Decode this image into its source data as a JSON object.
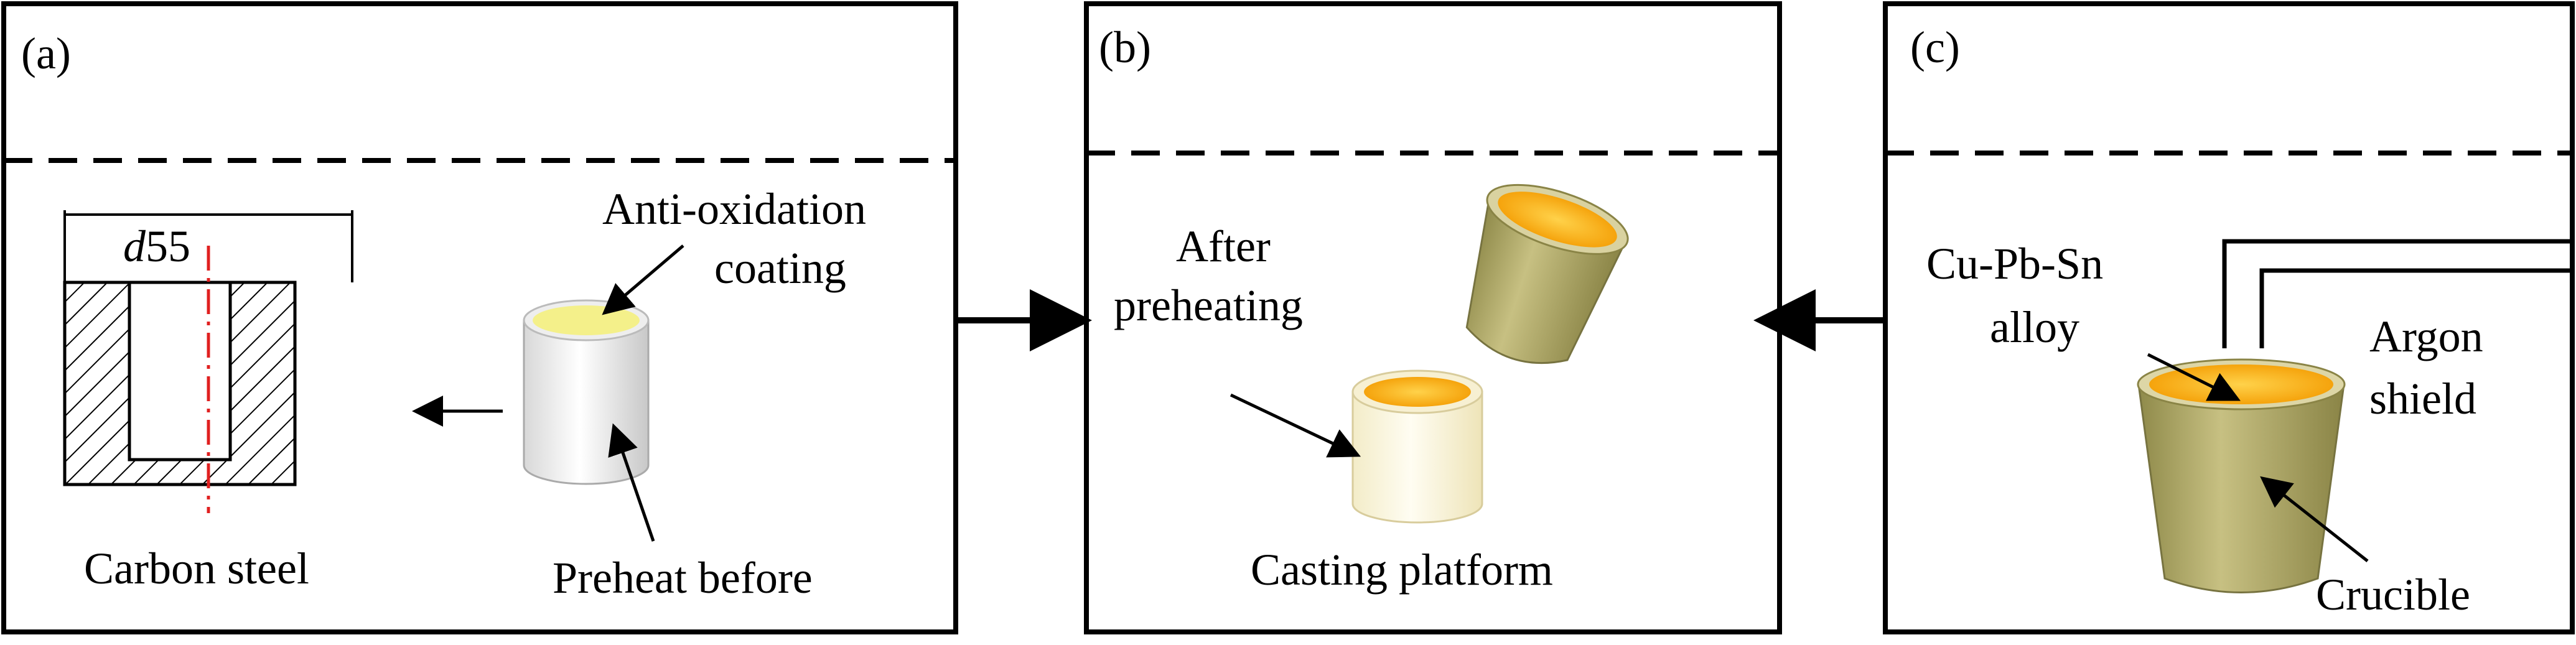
{
  "panels": [
    {
      "letter": "(a)",
      "dimension_label": "d55",
      "dimension_italic": "d",
      "dimension_value": "55",
      "coating_label_line1": "Anti-oxidation",
      "coating_label_line2": "coating",
      "steel_label": "Carbon steel",
      "preheat_label": "Preheat before"
    },
    {
      "letter": "(b)",
      "after_label_line1": "After",
      "after_label_line2": "preheating",
      "platform_label": "Casting platform"
    },
    {
      "letter": "(c)",
      "alloy_label_line1": "Cu-Pb-Sn",
      "alloy_label_line2": "alloy",
      "argon_label_line1": "Argon",
      "argon_label_line2": "shield",
      "crucible_label": "Crucible"
    }
  ],
  "colors": {
    "stroke": "#000000",
    "centerline": "#e02020",
    "coating_yellow": "#f4f08a",
    "molten_orange": "#f5a000",
    "crucible_olive": "#b8b070",
    "mold_white": "#f2f2f2"
  }
}
